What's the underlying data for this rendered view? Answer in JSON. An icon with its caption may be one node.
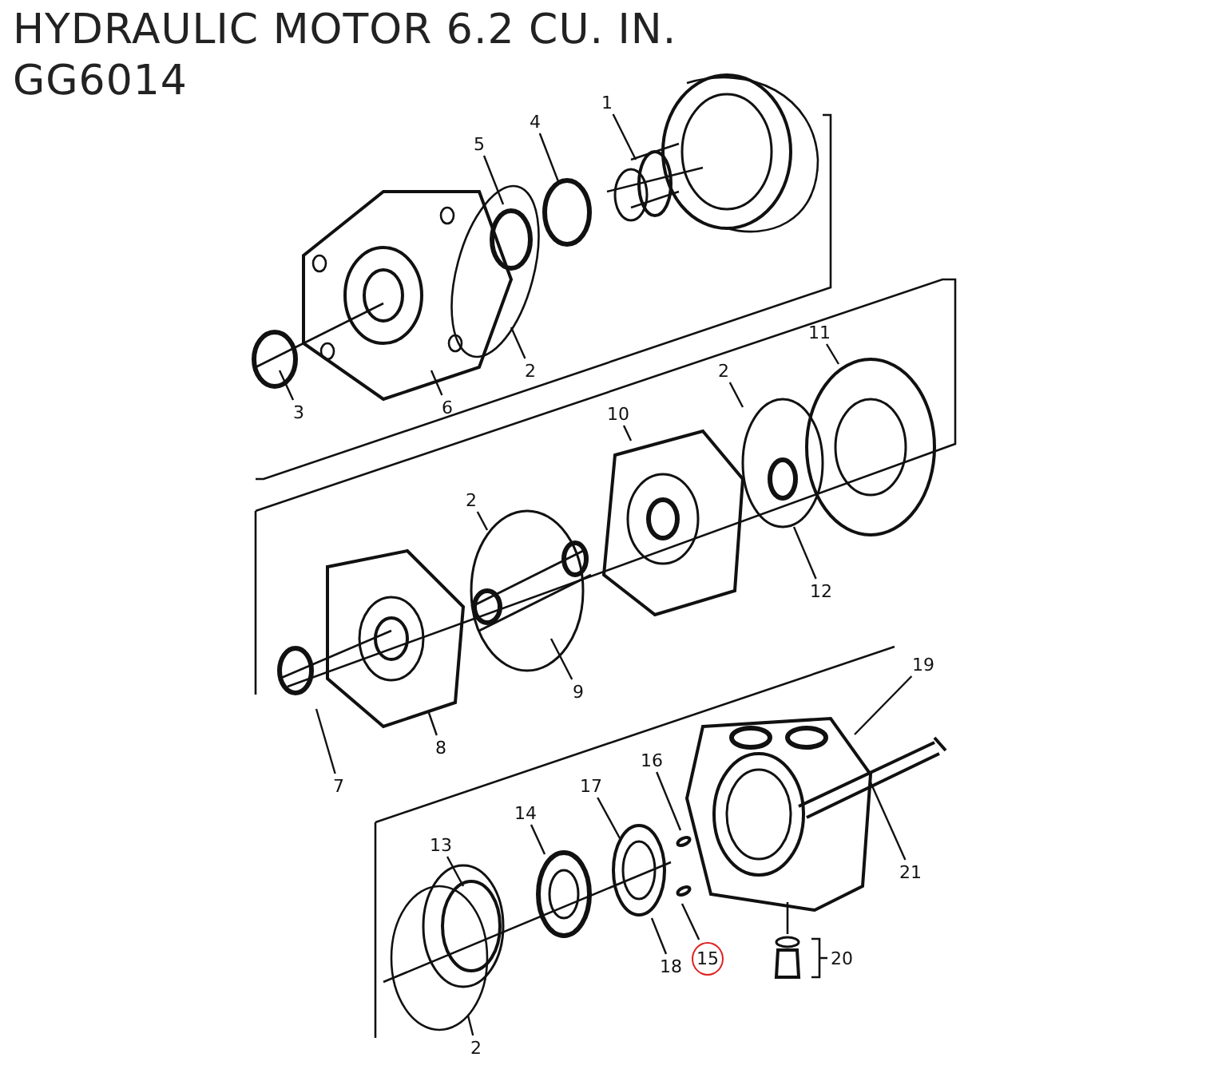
{
  "diagram": {
    "title": "HYDRAULIC MOTOR 6.2 CU. IN.",
    "nodes": [
      {
        "text": [
          "1"
        ]
      },
      {
        "text": [
          "4"
        ]
      },
      {
        "text": [
          "5"
        ]
      },
      {
        "text": [
          "3"
        ]
      },
      {
        "text": [
          "6"
        ]
      },
      {
        "text": [
          "2"
        ]
      },
      {
        "text": [
          "11"
        ]
      },
      {
        "text": [
          "2"
        ]
      },
      {
        "text": [
          "10"
        ]
      },
      {
        "text": [
          "2"
        ]
      },
      {
        "text": [
          "12"
        ]
      },
      {
        "text": [
          "9"
        ]
      },
      {
        "text": [
          "7"
        ]
      },
      {
        "text": [
          "8"
        ]
      },
      {
        "text": [
          "19"
        ]
      },
      {
        "text": [
          "16"
        ]
      },
      {
        "text": [
          "17"
        ]
      },
      {
        "text": [
          "14"
        ]
      },
      {
        "text": [
          "13"
        ]
      },
      {
        "text": [
          "21"
        ]
      },
      {
        "text": [
          "15"
        ]
      },
      {
        "text": [
          "18"
        ]
      },
      {
        "text": [
          "2"
        ]
      }
    ],
    "edges": [
      {
        "from": 0,
        "to": null,
        "arrow": "none"
      },
      {
        "from": 1,
        "to": null,
        "arrow": "none"
      },
      {
        "from": 2,
        "to": null,
        "arrow": "none"
      },
      {
        "from": 3,
        "to": null,
        "arrow": "none"
      },
      {
        "from": 4,
        "to": null,
        "arrow": "none"
      },
      {
        "from": 5,
        "to": null,
        "arrow": "none"
      },
      {
        "from": 6,
        "to": null,
        "arrow": "none"
      },
      {
        "from": 7,
        "to": null,
        "arrow": "none"
      },
      {
        "from": 8,
        "to": null,
        "arrow": "none"
      },
      {
        "from": 9,
        "to": null,
        "arrow": "none"
      },
      {
        "from": 10,
        "to": null,
        "arrow": "none"
      },
      {
        "from": 11,
        "to": null,
        "arrow": "none"
      },
      {
        "from": 12,
        "to": null,
        "arrow": "none"
      },
      {
        "from": 13,
        "to": null,
        "arrow": "none"
      },
      {
        "from": 14,
        "to": null,
        "arrow": "none"
      },
      {
        "from": 15,
        "to": null,
        "arrow": "none"
      },
      {
        "from": 16,
        "to": null,
        "arrow": "none"
      },
      {
        "from": 17,
        "to": null,
        "arrow": "none"
      },
      {
        "from": 18,
        "to": null,
        "arrow": "none"
      },
      {
        "from": 19,
        "to": null,
        "arrow": "none"
      },
      {
        "from": 20,
        "to": null,
        "arrow": "none"
      },
      {
        "from": 21,
        "to": null,
        "arrow": "none"
      },
      {
        "from": 22,
        "to": null,
        "arrow": "none"
      }
    ],
    "labels": [
      "GG6014",
      "20"
    ]
  }
}
